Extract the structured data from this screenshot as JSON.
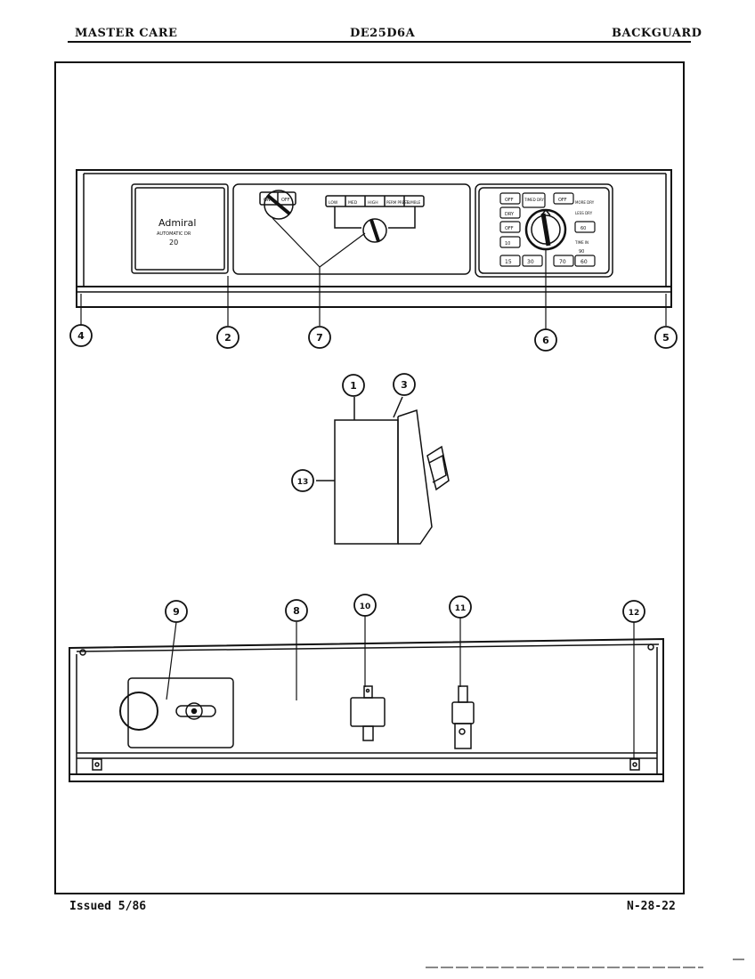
{
  "header": {
    "left": "MASTER CARE",
    "center": "DE25D6A",
    "right": "BACKGUARD"
  },
  "footer": {
    "issued": "Issued 5/86",
    "page": "N-28-22"
  },
  "console": {
    "brand": "Admiral",
    "model_line": "AUTOMATIC DR",
    "model_number": "20",
    "switch_buttons": [
      "ON",
      "OFF"
    ],
    "selector_buttons": [
      "LOW",
      "MED",
      "HIGH",
      "PERM PRESS",
      "TUMBLE"
    ],
    "timer_labels": [
      "OFF",
      "TIMED DRY",
      "OFF",
      "DRY",
      "OFF",
      "MORE DRY",
      "LESS DRY",
      "TIME IN",
      "15",
      "30",
      "70",
      "60",
      "10",
      "60",
      "90"
    ]
  },
  "callouts": [
    "1",
    "2",
    "3",
    "4",
    "5",
    "6",
    "7",
    "8",
    "9",
    "10",
    "11",
    "12",
    "13"
  ],
  "colors": {
    "line": "#111111",
    "paper": "#ffffff"
  }
}
